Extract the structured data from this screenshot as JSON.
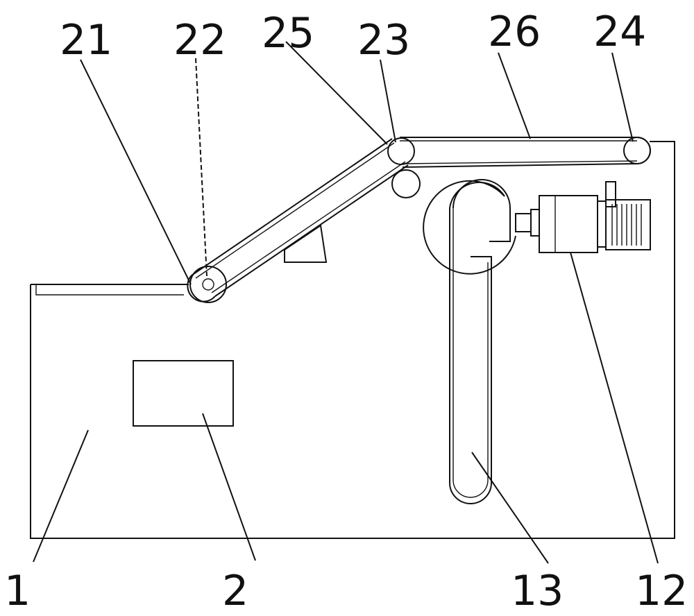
{
  "callouts": {
    "c1": "1",
    "c2": "2",
    "c12": "12",
    "c13": "13",
    "c21": "21",
    "c22": "22",
    "c23": "23",
    "c24": "24",
    "c25": "25",
    "c26": "26"
  }
}
